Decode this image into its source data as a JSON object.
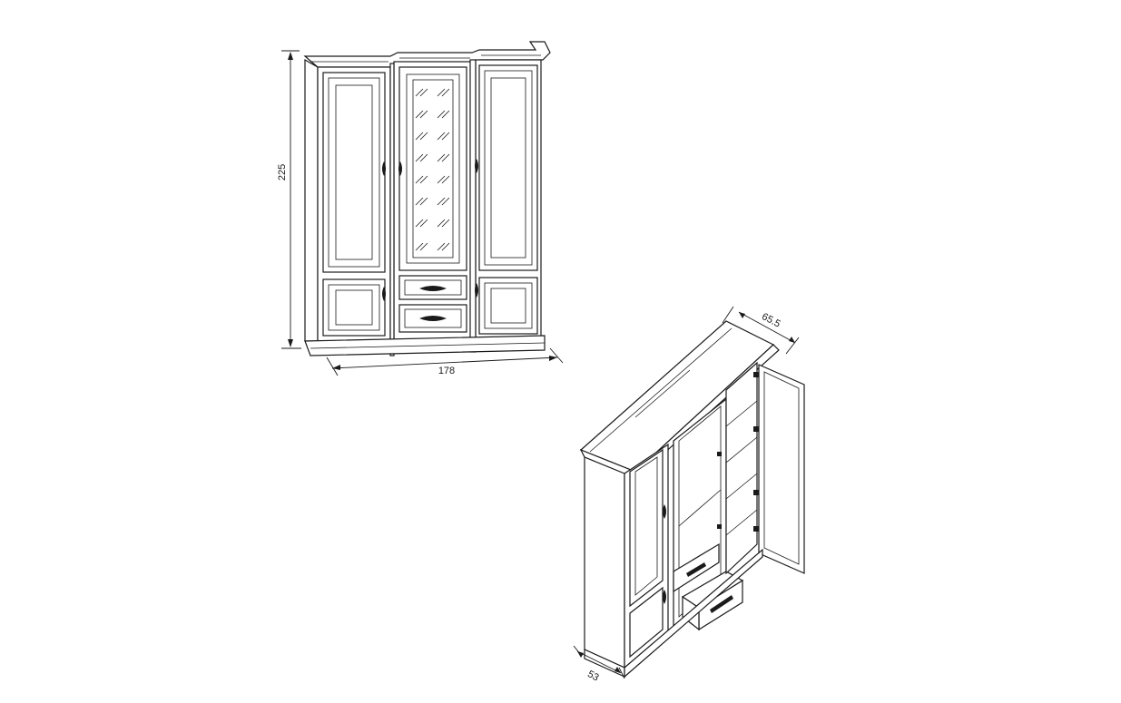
{
  "front_view": {
    "height_label": "225",
    "width_label": "178"
  },
  "iso_view": {
    "depth_label": "65.5",
    "side_label": "53"
  }
}
